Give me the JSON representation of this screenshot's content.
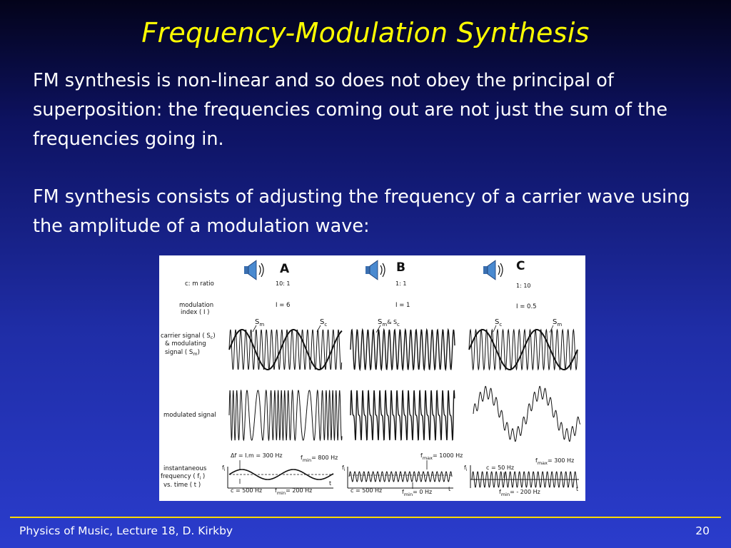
{
  "slide": {
    "title": "Frequency-Modulation Synthesis",
    "paragraph1": "FM synthesis is non-linear and so does not obey the principal of superposition: the frequencies coming out are not just the sum of the frequencies going in.",
    "paragraph2": "FM synthesis consists of adjusting the frequency of a carrier wave using the amplitude of a modulation wave:"
  },
  "figure": {
    "row_labels": {
      "cm_ratio": "c: m ratio",
      "modulation_index_1": "modulation",
      "modulation_index_2": "index ( I )",
      "carrier_1": "carrier signal ( S",
      "carrier_1_sub": "c",
      "carrier_1_end": ")",
      "carrier_2": "& modulating",
      "carrier_3": "signal ( S",
      "carrier_3_sub": "m",
      "carrier_3_end": ")",
      "modulated": "modulated signal",
      "inst_1": "instantaneous",
      "inst_2": "frequency ( f",
      "inst_2_sub": "i",
      "inst_2_end": " )",
      "inst_3": "vs. time ( t )"
    },
    "columns": [
      {
        "letter": "A",
        "ratio": "10: 1",
        "index": "I = 6",
        "sig_labels": [
          "S",
          "m",
          "S",
          "c"
        ],
        "inst": {
          "delta": "Δf = I.m = 300 Hz",
          "fmax_sub": "min",
          "fmax_val": "= 800 Hz",
          "c": "c = 500 Hz",
          "fmin_sub": "min",
          "fmin_val": "= 200 Hz",
          "fi": "f",
          "fi_sub": "i",
          "t": "t"
        }
      },
      {
        "letter": "B",
        "ratio": "1: 1",
        "index": "I = 1",
        "sig_labels": [
          "S",
          "m",
          "& S",
          "c"
        ],
        "inst": {
          "fmax_sub": "max",
          "fmax_val": "= 1000 Hz",
          "c": "c = 500 Hz",
          "fmin_sub": "min",
          "fmin_val": "= 0 Hz",
          "fi": "f",
          "fi_sub": "i",
          "t": "t"
        }
      },
      {
        "letter": "C",
        "ratio": "1: 10",
        "index": "I = 0.5",
        "sig_labels": [
          "S",
          "c",
          "S",
          "m"
        ],
        "inst": {
          "fmax_sub": "max",
          "fmax_val": "= 300 Hz",
          "c": "c = 50 Hz",
          "fmin_sub": "min",
          "fmin_val": "= - 200 Hz",
          "fi": "f",
          "fi_sub": "i",
          "t": "t"
        }
      }
    ]
  },
  "footer": {
    "left": "Physics of Music, Lecture 18, D. Kirkby",
    "page_number": "20"
  }
}
